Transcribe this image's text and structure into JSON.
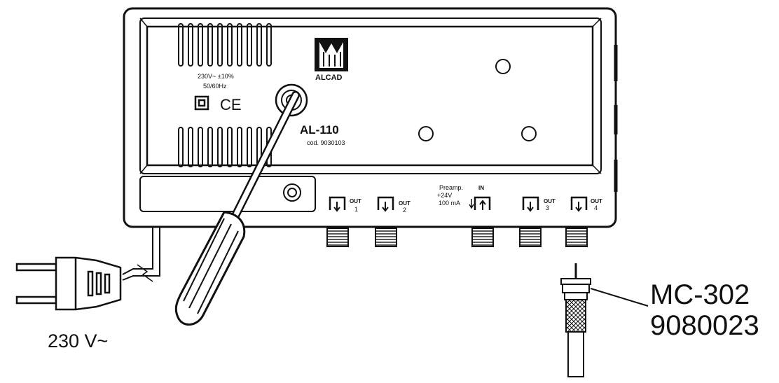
{
  "device": {
    "brand": "ALCAD",
    "model": "AL-110",
    "code": "cod. 9030103",
    "power_spec_line1": "230V~ ±10%",
    "power_spec_line2": "50/60Hz",
    "ce_mark": "CE",
    "ports": {
      "out1_label": "OUT",
      "out1_num": "1",
      "out2_label": "OUT",
      "out2_num": "2",
      "in_label": "IN",
      "preamp_line1": "Preamp.",
      "preamp_line2": "+24V",
      "preamp_line3": "100 mA",
      "out3_label": "OUT",
      "out3_num": "3",
      "out4_label": "OUT",
      "out4_num": "4"
    }
  },
  "plug_label": "230 V~",
  "connector": {
    "part_name": "MC-302",
    "part_code": "9080023"
  },
  "icons": [
    "alcad-logo-icon",
    "double-insulation-icon",
    "ce-mark-icon",
    "screwdriver-icon",
    "power-plug-icon",
    "f-connector-icon"
  ]
}
